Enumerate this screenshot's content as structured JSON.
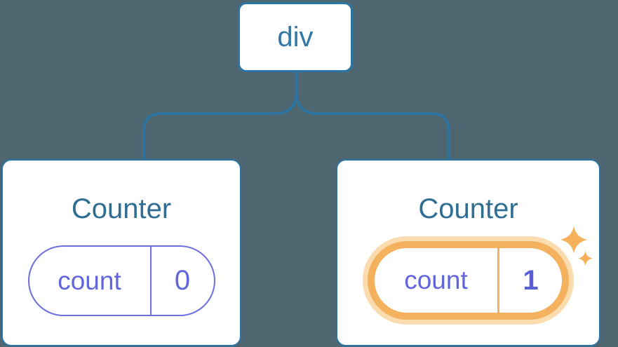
{
  "diagram": {
    "description": "Component tree diagram: a div root element with two Counter children, each holding a count state pill",
    "background_color": "#4d666f",
    "root": {
      "label": "div"
    },
    "cards": [
      {
        "title": "Counter",
        "state_key": "count",
        "state_value": "0",
        "highlighted": false
      },
      {
        "title": "Counter",
        "state_key": "count",
        "state_value": "1",
        "highlighted": true
      }
    ],
    "colors": {
      "node_border_blue": "#2b74a4",
      "node_text_blue": "#3277a5",
      "card_title_blue": "#2f6d92",
      "connector_blue": "#2b74a4",
      "pill_purple_border": "#6d6ee0",
      "pill_purple_text": "#6266dc",
      "pill_value_bold_text": "#5a5fd6",
      "highlight_orange": "#f5b25e",
      "highlight_glow": "#fbdcae",
      "sparkle_orange": "#f5b159",
      "card_background": "#ffffff"
    }
  }
}
